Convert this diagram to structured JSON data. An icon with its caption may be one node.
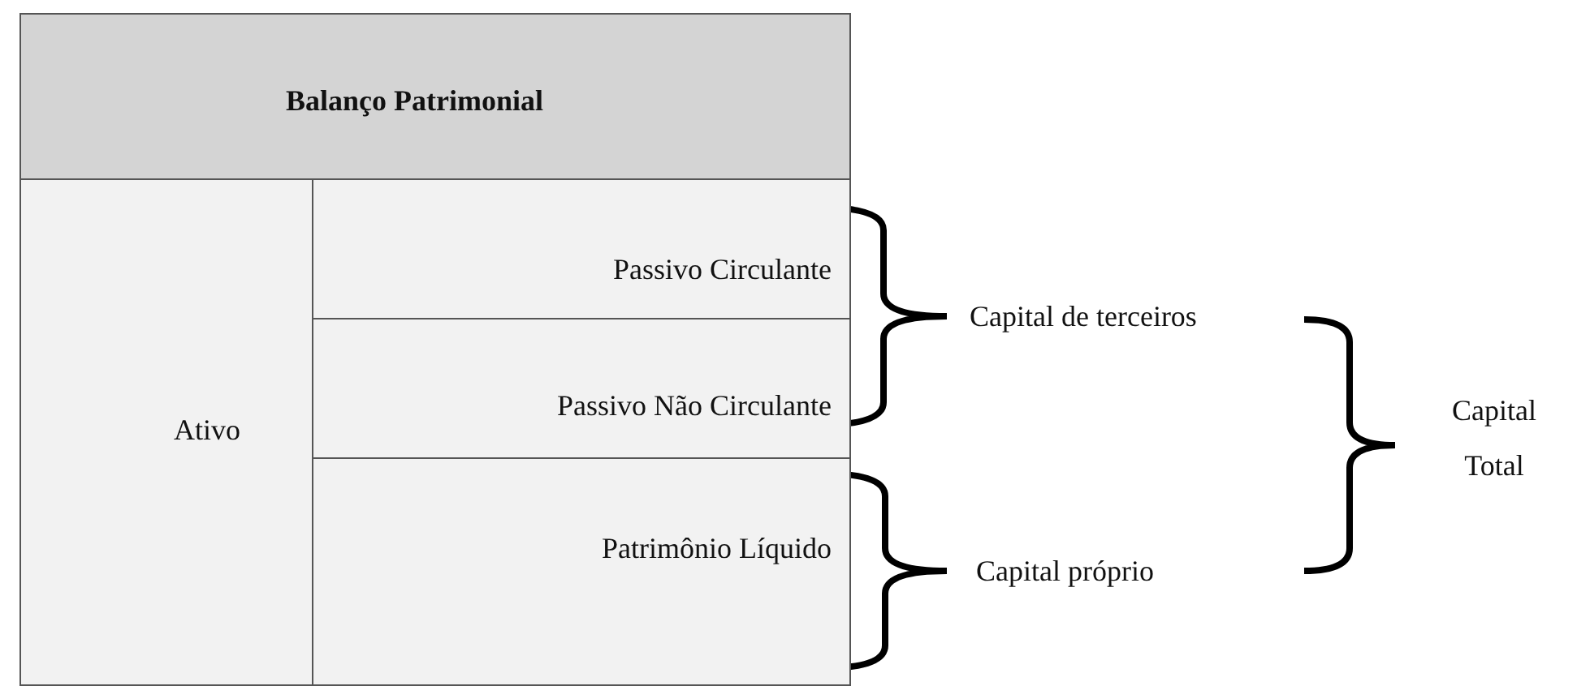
{
  "diagram": {
    "labels": [
      "Balanço Patrimonial",
      "Ativo",
      "Passivo Circulante",
      "Passivo Não Circulante",
      "Patrimônio Líquido",
      "Capital de terceiros",
      "Capital próprio",
      "Capital Total"
    ]
  }
}
